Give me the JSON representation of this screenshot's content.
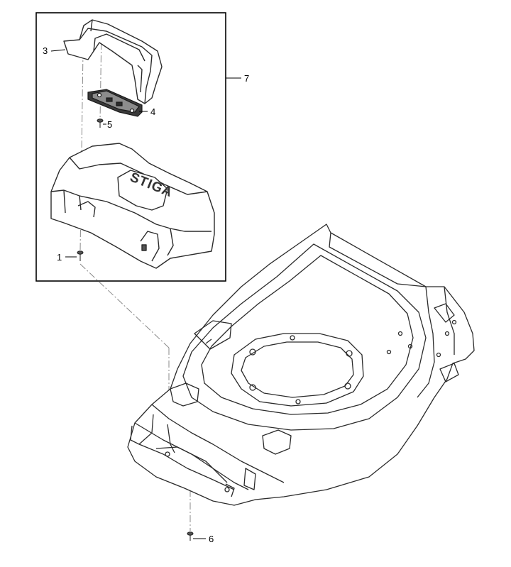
{
  "callouts": {
    "c1": "1",
    "c3": "3",
    "c4": "4",
    "c5": "5",
    "c6": "6",
    "c7": "7"
  },
  "brand": "STIGA",
  "colors": {
    "line": "#2b2b2b",
    "fill_light": "#ffffff",
    "fill_dark": "#3a3a3a",
    "fill_grey": "#8c8c8c",
    "leader": "#555555"
  }
}
